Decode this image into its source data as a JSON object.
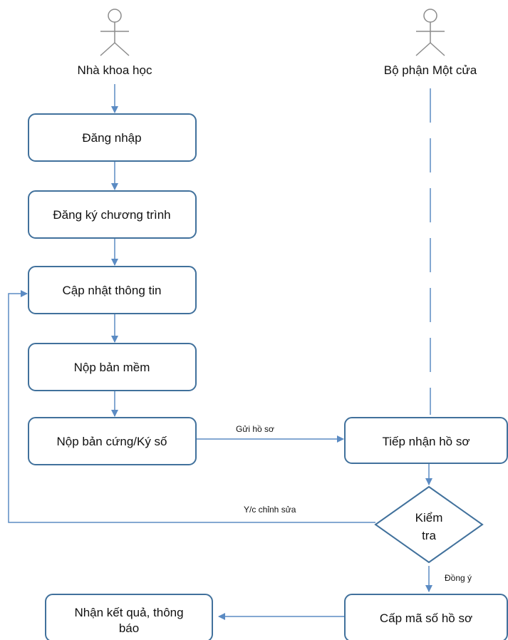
{
  "actors": {
    "scientist": "Nhà khoa học",
    "one_stop": "Bộ phận Một cửa"
  },
  "steps": {
    "login": "Đăng nhập",
    "register_program": "Đăng ký chương trình",
    "update_info": "Cập nhật thông tin",
    "submit_soft_copy": "Nộp bản mềm",
    "submit_hard_copy": "Nộp bản cứng/Ký số",
    "receive_dossier": "Tiếp nhận hồ sơ",
    "check_line1": "Kiểm",
    "check_line2": "tra",
    "assign_code": "Cấp mã số hồ sơ",
    "result_line1": "Nhận kết quả, thông",
    "result_line2": "báo"
  },
  "edges": {
    "send_dossier": "Gửi hồ sơ",
    "request_edit": "Y/c chỉnh sửa",
    "agree": "Đồng ý"
  },
  "colors": {
    "box_border": "#41719c",
    "arrow": "#5b8bc3",
    "actor": "#8c8c8c",
    "text": "#111111"
  }
}
